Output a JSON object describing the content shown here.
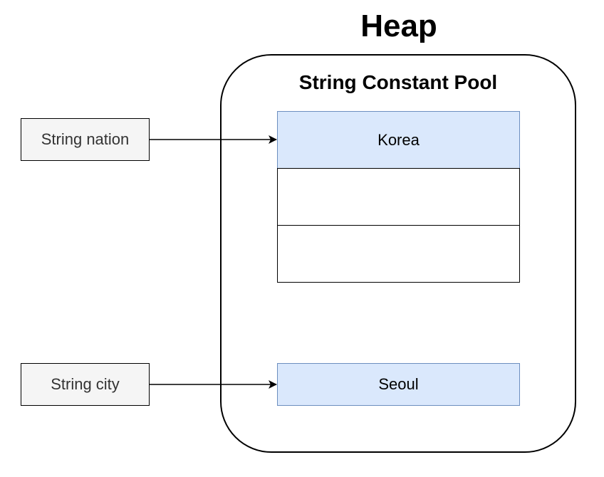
{
  "heap": {
    "title": "Heap"
  },
  "pool": {
    "title": "String Constant Pool",
    "slots": [
      "Korea",
      "",
      ""
    ]
  },
  "outside_pool": {
    "value": "Seoul"
  },
  "variables": [
    {
      "label": "String nation",
      "points_to": "Korea"
    },
    {
      "label": "String city",
      "points_to": "Seoul"
    }
  ],
  "colors": {
    "highlight_fill": "#dae8fc",
    "highlight_stroke": "#6c8ebf",
    "variable_fill": "#f5f5f5"
  }
}
